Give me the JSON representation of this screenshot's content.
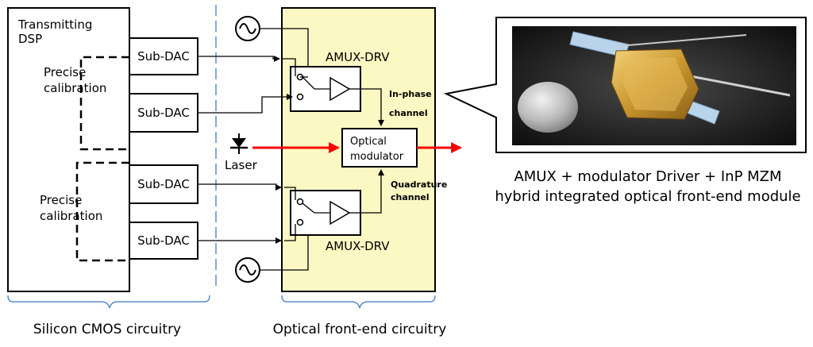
{
  "cmos": {
    "dsp_label_line1": "Transmitting",
    "dsp_label_line2": "DSP",
    "calib_top_line1": "Precise",
    "calib_top_line2": "calibration",
    "calib_bottom_line1": "Precise",
    "calib_bottom_line2": "calibration",
    "subdacs": [
      "Sub-DAC",
      "Sub-DAC",
      "Sub-DAC",
      "Sub-DAC"
    ],
    "caption": "Silicon CMOS circuitry"
  },
  "optical": {
    "amux_top": "AMUX-DRV",
    "amux_bottom": "AMUX-DRV",
    "inphase_line1": "In-phase",
    "inphase_line2": "channel",
    "quad_line1": "Quadrature",
    "quad_line2": "channel",
    "modulator_line1": "Optical",
    "modulator_line2": "modulator",
    "laser": "Laser",
    "caption": "Optical front-end circuitry"
  },
  "module": {
    "caption_line1": "AMUX + modulator Driver + InP MZM",
    "caption_line2": "hybrid integrated optical front-end module"
  },
  "colors": {
    "optical_bg": "#fcf8c4",
    "signal_red": "#ff0000",
    "divider_blue": "#5a8fc6"
  }
}
